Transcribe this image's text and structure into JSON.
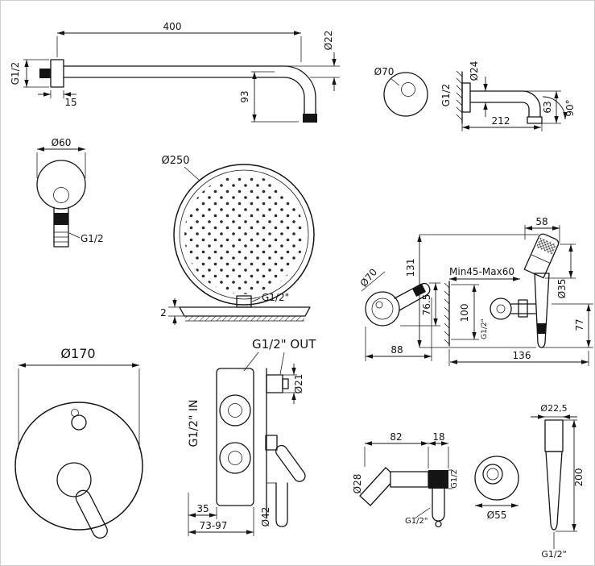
{
  "page": {
    "background": "#ffffff",
    "line_color": "#141414"
  },
  "labels": {
    "arm": {
      "length": "400",
      "dia": "Ø22",
      "thread": "G1/2",
      "wall_offset": "15",
      "drop": "93"
    },
    "spout": {
      "flange_dia": "Ø70",
      "thread": "G1/2",
      "dia": "Ø24",
      "drop": "63",
      "length": "212",
      "angle": "90°"
    },
    "elbow": {
      "dia": "Ø60",
      "thread": "G1/2"
    },
    "head": {
      "dia": "Ø250",
      "thickness": "2",
      "thread": "G1/2\""
    },
    "bidet": {
      "head_w": "58",
      "total_h": "131",
      "head_dia": "Ø70",
      "head_h": "76.5",
      "head_len": "88",
      "wall_range": "Min45-Max60",
      "bracket_h": "100",
      "thread": "G1/2\"",
      "handle_dia": "Ø35",
      "spray_h": "77",
      "total_w": "136"
    },
    "trim": {
      "dia": "Ø170"
    },
    "valve": {
      "out": "G1/2\" OUT",
      "in": "G1/2\" IN",
      "top_dia": "Ø21",
      "depth_min": "35",
      "depth_range": "73-97",
      "bottom_dia": "Ø42"
    },
    "outlet": {
      "len": "82",
      "len2": "18",
      "dia": "Ø28",
      "thread": "G1/2\"",
      "thread2": "G1/2"
    },
    "holder": {
      "dia": "Ø55"
    },
    "handshower": {
      "dia": "Ø22,5",
      "length": "200",
      "thread": "G1/2\""
    }
  }
}
